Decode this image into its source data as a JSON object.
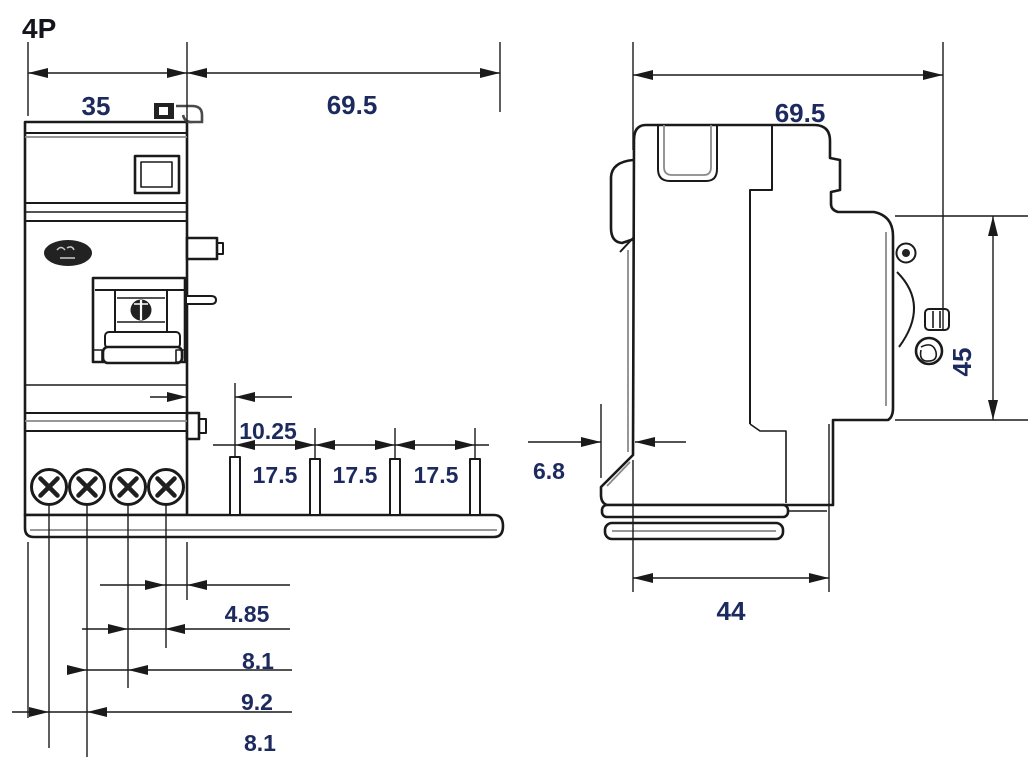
{
  "drawing": {
    "pole_label": "4P",
    "views": {
      "front": {
        "dims": {
          "module_width": "35",
          "attachment_width": "69.5",
          "pin_offset": "10.25",
          "pin_pitch": [
            "17.5",
            "17.5",
            "17.5"
          ],
          "bottom_offsets": [
            "4.85",
            "8.1",
            "9.2",
            "8.1"
          ]
        }
      },
      "side": {
        "dims": {
          "depth": "69.5",
          "terminal_zone_height": "45",
          "clip_protrusion": "6.8",
          "base_width": "44"
        }
      }
    },
    "colors": {
      "line": "#1a1a1a",
      "dimtext": "#1c2a5e",
      "shade": "#8a8a8a",
      "background": "#ffffff"
    }
  }
}
